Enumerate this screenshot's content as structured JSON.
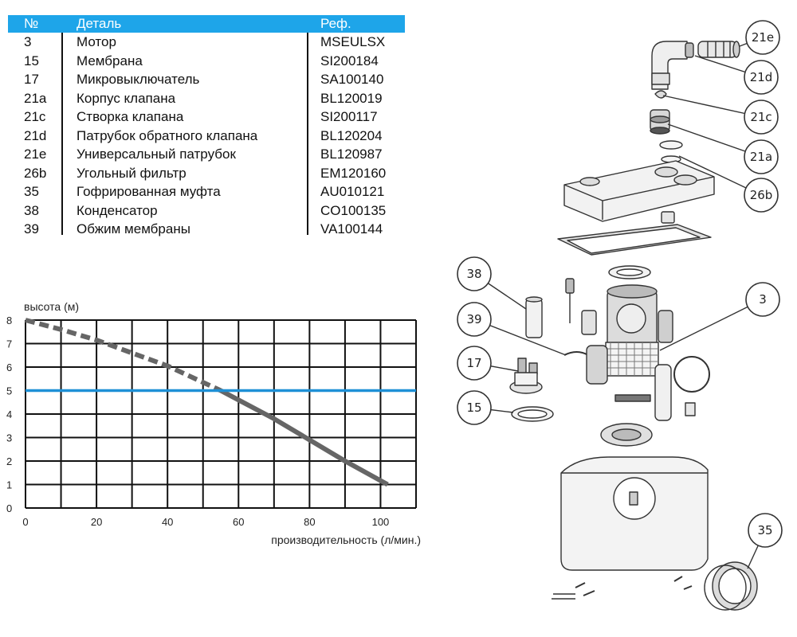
{
  "table": {
    "headers": {
      "no": "№",
      "name": "Деталь",
      "ref": "Реф."
    },
    "rows": [
      {
        "no": "3",
        "name": "Мотор",
        "ref": "MSEULSX"
      },
      {
        "no": "15",
        "name": "Мембрана",
        "ref": "SI200184"
      },
      {
        "no": "17",
        "name": "Микровыключатель",
        "ref": "SA100140"
      },
      {
        "no": "21a",
        "name": "Корпус клапана",
        "ref": "BL120019"
      },
      {
        "no": "21c",
        "name": "Створка клапана",
        "ref": "SI200117"
      },
      {
        "no": "21d",
        "name": "Патрубок обратного клапана",
        "ref": "BL120204"
      },
      {
        "no": "21e",
        "name": "Универсальный патрубок",
        "ref": "BL120987"
      },
      {
        "no": "26b",
        "name": "Угольный фильтр",
        "ref": "EM120160"
      },
      {
        "no": "35",
        "name": "Гофрированная муфта",
        "ref": "AU010121"
      },
      {
        "no": "38",
        "name": "Конденсатор",
        "ref": "CO100135"
      },
      {
        "no": "39",
        "name": "Обжим мембраны",
        "ref": "VA100144"
      }
    ],
    "header_color": "#1ea5e9"
  },
  "chart_data": {
    "type": "line",
    "ylabel": "высота (м)",
    "xlabel": "производительность (л/мин.)",
    "xlim": [
      0,
      110
    ],
    "ylim": [
      0,
      8
    ],
    "x_ticks": [
      0,
      20,
      40,
      60,
      80,
      100
    ],
    "y_ticks": [
      0,
      1,
      2,
      3,
      4,
      5,
      6,
      7,
      8
    ],
    "grid": true,
    "series": [
      {
        "style": "dashed",
        "color": "#666666",
        "x": [
          0,
          10,
          20,
          30,
          40,
          50,
          55
        ],
        "y": [
          8,
          7.6,
          7.15,
          6.6,
          6.05,
          5.35,
          5.0
        ]
      },
      {
        "style": "solid",
        "color": "#666666",
        "x": [
          55,
          60,
          70,
          80,
          90,
          102
        ],
        "y": [
          5.0,
          4.6,
          3.8,
          2.9,
          2.0,
          1.0
        ]
      },
      {
        "style": "solid",
        "color": "#1e90d6",
        "x": [
          0,
          110
        ],
        "y": [
          5,
          5
        ]
      }
    ]
  },
  "diagram": {
    "callouts": [
      "21e",
      "21d",
      "21c",
      "21a",
      "26b",
      "3",
      "38",
      "39",
      "17",
      "15",
      "35"
    ]
  }
}
